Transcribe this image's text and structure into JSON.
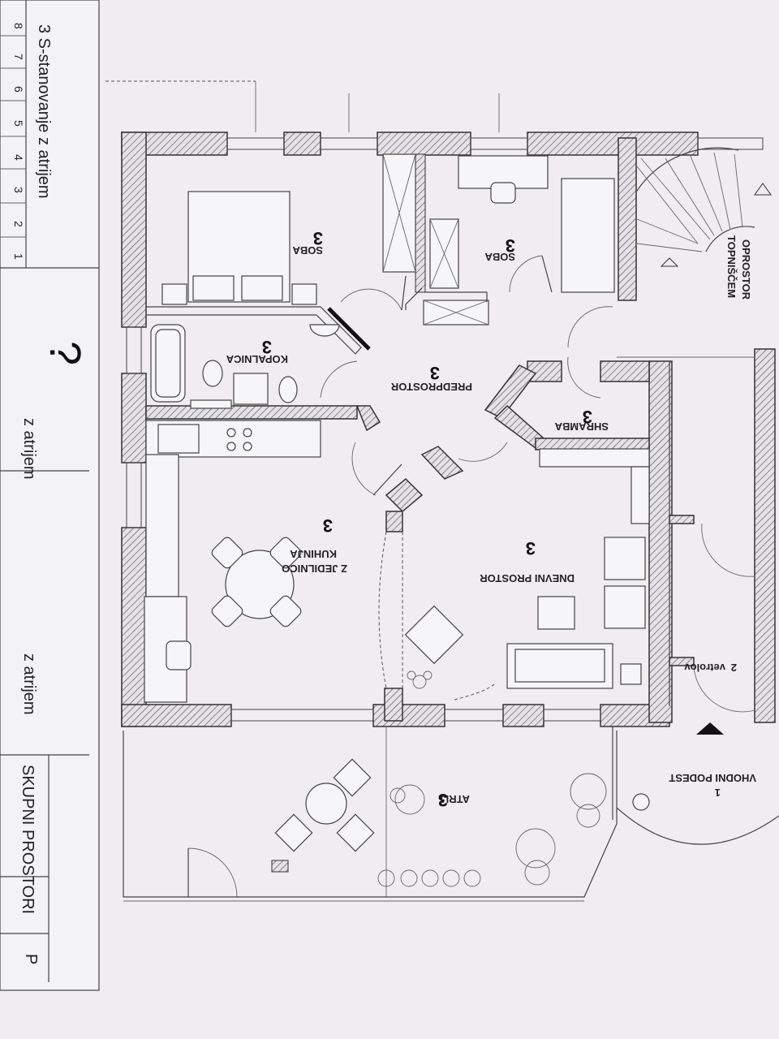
{
  "rooms": {
    "soba_left": {
      "num": "3",
      "label": "SOBA"
    },
    "soba_right": {
      "num": "3",
      "label": "SOBA"
    },
    "kopalnica": {
      "num": "3",
      "label": "KOPALNICA"
    },
    "predprostor": {
      "num": "3",
      "label": "PREDPROSTOR"
    },
    "shramba": {
      "num": "3",
      "label": "SHRAMBA"
    },
    "kuhinja": {
      "num": "3",
      "label_line1": "KUHINJA",
      "label_line2": "Z JEDILNICO"
    },
    "dnevni": {
      "num": "3",
      "label": "DNEVNI PROSTOR"
    },
    "atrij": {
      "num": "3",
      "label": "ATRIJ"
    },
    "vhodni": {
      "num": "1",
      "label": "VHODNI PODEST"
    },
    "vetrolov": {
      "num": "2",
      "label": "vetrolov"
    },
    "stair": {
      "label1": "OPROSTOR",
      "label2": "TOPNIŠČEM"
    }
  },
  "side_table": {
    "heading": "3 S-stanovanje z atrijem",
    "row_numbers": [
      "8",
      "7",
      "6",
      "5",
      "4",
      "3",
      "2",
      "1"
    ],
    "mid1": "z atrijem",
    "mid2": "z atrijem",
    "skupni": "SKUPNI PROSTORI",
    "bottom": "P"
  },
  "colors": {
    "background": "#efedf0",
    "wall_hatch": "#555555",
    "ink": "#222222"
  }
}
